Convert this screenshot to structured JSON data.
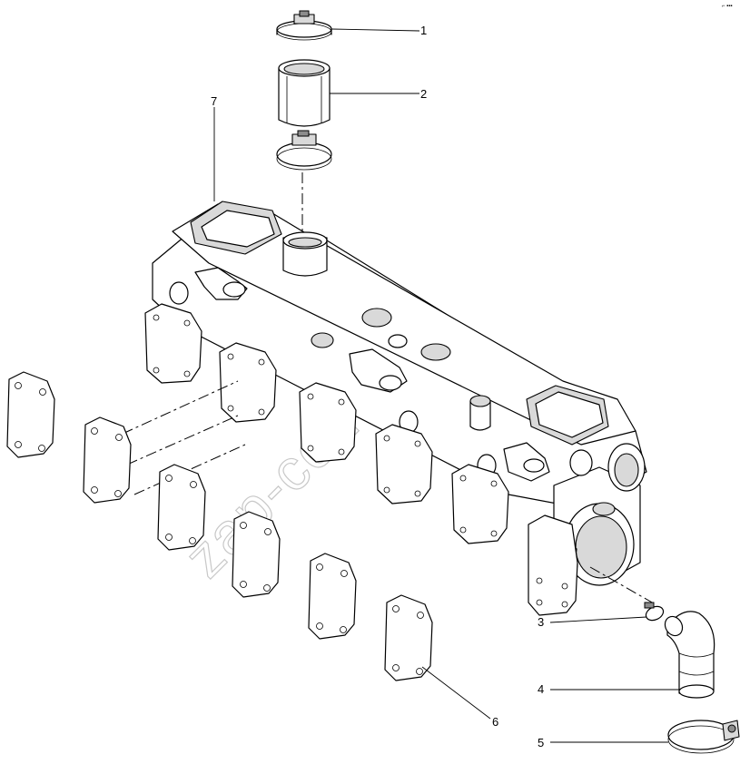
{
  "callouts": [
    {
      "id": "1",
      "label": "1"
    },
    {
      "id": "2",
      "label": "2"
    },
    {
      "id": "3",
      "label": "3"
    },
    {
      "id": "4",
      "label": "4"
    },
    {
      "id": "5",
      "label": "5"
    },
    {
      "id": "6",
      "label": "6"
    },
    {
      "id": "7",
      "label": "7"
    }
  ],
  "watermark": "zap-com.ru",
  "corner_mark": "⌐ ▪▪▪"
}
